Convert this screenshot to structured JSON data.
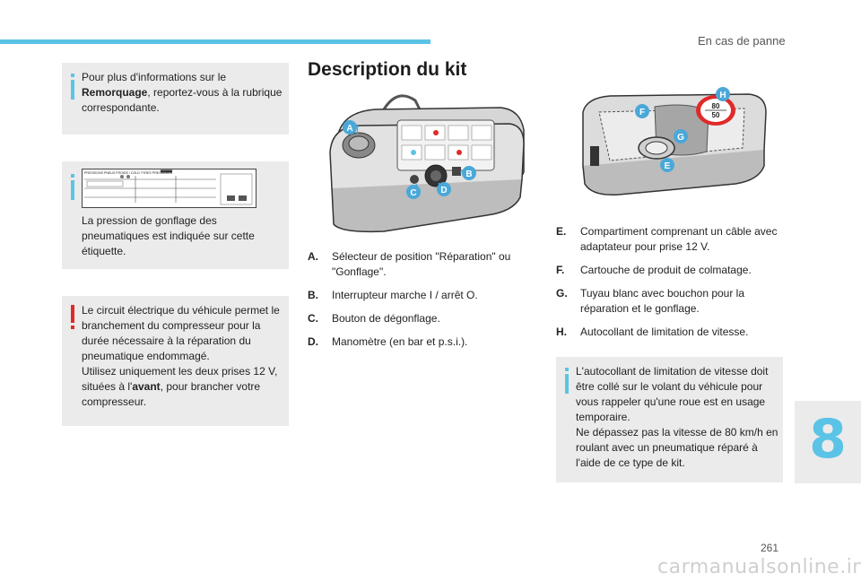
{
  "header": {
    "section": "En cas de panne"
  },
  "notes": {
    "trailer": {
      "before": "Pour plus d'informations sur le ",
      "bold": "Remorquage",
      "after": ", reportez-vous à la rubrique correspondante."
    },
    "pressure": {
      "text": "La pression de gonflage des pneumatiques est indiquée sur cette étiquette.",
      "label_title": "PRESSIONS PNEUS FROIDS / COLD TYRES PRESSURES"
    },
    "electric": {
      "line1": "Le circuit électrique du véhicule permet le branchement du compresseur pour la durée nécessaire à la réparation du pneumatique endommagé.",
      "line2_before": "Utilisez uniquement les deux prises 12 V, situées à l'",
      "line2_bold": "avant",
      "line2_after": ", pour brancher votre compresseur."
    },
    "sticker": {
      "line1": "L'autocollant de limitation de vitesse doit être collé sur le volant du véhicule pour vous rappeler qu'une roue est en usage temporaire.",
      "line2": "Ne dépassez pas la vitesse de 80 km/h en roulant avec un pneumatique réparé à l'aide de ce type de kit."
    }
  },
  "main": {
    "title": "Description du kit",
    "items_left": [
      {
        "key": "A.",
        "text": "Sélecteur de position \"Réparation\" ou \"Gonflage\"."
      },
      {
        "key": "B.",
        "text": "Interrupteur marche I / arrêt O."
      },
      {
        "key": "C.",
        "text": "Bouton de dégonflage."
      },
      {
        "key": "D.",
        "text": "Manomètre (en bar et p.s.i.)."
      }
    ],
    "items_right": [
      {
        "key": "E.",
        "text": "Compartiment comprenant un câble avec adaptateur pour prise 12 V."
      },
      {
        "key": "F.",
        "text": "Cartouche de produit de colmatage."
      },
      {
        "key": "G.",
        "text": "Tuyau blanc avec bouchon pour la réparation et le gonflage."
      },
      {
        "key": "H.",
        "text": "Autocollant de limitation de vitesse."
      }
    ],
    "callouts": {
      "a": "A",
      "b": "B",
      "c": "C",
      "d": "D",
      "e": "E",
      "f": "F",
      "g": "G",
      "h": "H"
    },
    "speed_sign": {
      "top": "80",
      "bottom": "50"
    }
  },
  "footer": {
    "chapter": "8",
    "page": "261",
    "watermark": "carmanualsonline.info"
  },
  "colors": {
    "accent": "#5bc3e6",
    "warning": "#e02a2a",
    "callout": "#4aa8d8",
    "box": "#ebebeb"
  }
}
